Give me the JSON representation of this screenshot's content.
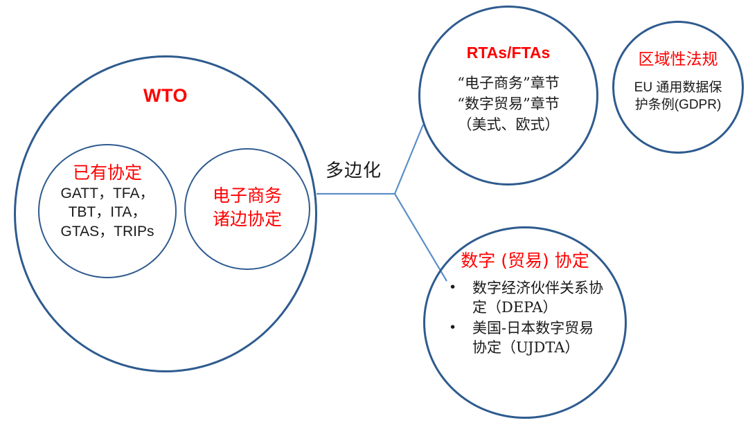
{
  "diagram": {
    "title_text": "",
    "colors": {
      "circle_stroke": "#2e5b8e",
      "connector_line": "#5b8fc9",
      "heading_red": "#ff0000",
      "body_text": "#1a1a1a",
      "background": "#ffffff"
    }
  },
  "nodes": {
    "wto": {
      "title": "WTO"
    },
    "existing_agreements": {
      "title": "已有协定",
      "body": "GATT，TFA，\nTBT，ITA，\nGTAS，TRIPs"
    },
    "ecommerce_plurilateral": {
      "title": "电子商务\n诸边协定"
    },
    "rtas_ftas": {
      "title": "RTAs/FTAs",
      "body": "“电子商务”章节\n“数字贸易”章节\n（美式、欧式）"
    },
    "regional_regulation": {
      "title": "区域性法规",
      "body": "EU 通用数据保\n护条例(GDPR)"
    },
    "digital_trade_agreements": {
      "title": "数字 (贸易) 协定",
      "bullets": [
        "数字经济伙伴关系协定（DEPA）",
        "美国-日本数字贸易协定（UJDTA）"
      ],
      "bullet_glyph": "•"
    }
  },
  "connectors": {
    "multilateralization_label": "多边化"
  }
}
